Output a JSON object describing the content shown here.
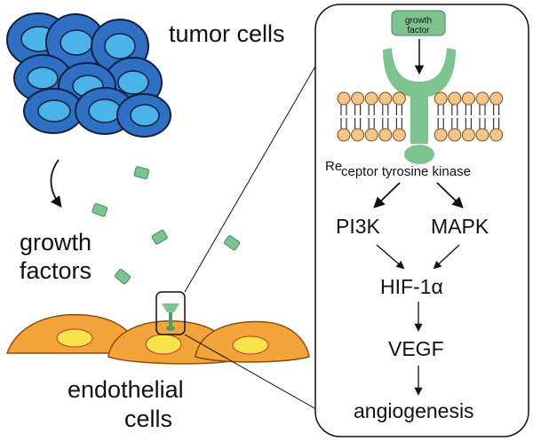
{
  "labels": {
    "tumor_cells": "tumor cells",
    "growth_factors_line1": "growth",
    "growth_factors_line2": "factors",
    "endothelial_line1": "endothelial",
    "endothelial_line2": "cells",
    "growth_factor_box_line1": "growth",
    "growth_factor_box_line2": "factor",
    "receptor_prefix": "Re",
    "receptor_rest": "ceptor tyrosine kinase",
    "pi3k": "PI3K",
    "mapk": "MAPK",
    "hif": "HIF-1α",
    "vegf": "VEGF",
    "angiogenesis": "angiogenesis"
  },
  "colors": {
    "tumor_cell_fill": "#2f6fc4",
    "tumor_cell_nucleus": "#4ab4ea",
    "tumor_cell_stroke": "#10213f",
    "growth_factor": "#7cc390",
    "endothelial_fill": "#f2a33a",
    "endothelial_nucleus": "#f7e34a",
    "lipid_head": "#f6c58c",
    "receptor": "#7cc390",
    "text": "#111111"
  }
}
